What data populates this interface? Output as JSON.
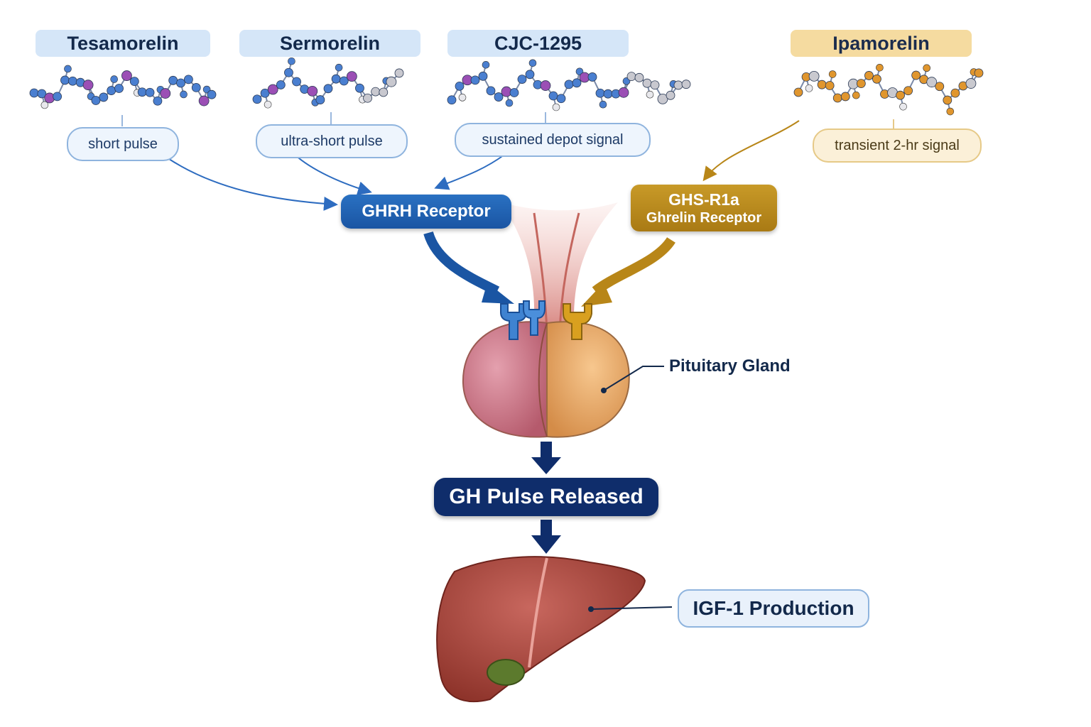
{
  "peptides": [
    {
      "name": "Tesamorelin",
      "signal": "short pulse"
    },
    {
      "name": "Sermorelin",
      "signal": "ultra-short pulse"
    },
    {
      "name": "CJC-1295",
      "signal": "sustained depot signal"
    },
    {
      "name": "Ipamorelin",
      "signal": "transient 2-hr signal"
    }
  ],
  "receptors": {
    "ghrh": "GHRH Receptor",
    "ghs_line1": "GHS-R1a",
    "ghs_line2": "Ghrelin Receptor"
  },
  "pituitary_label": "Pituitary Gland",
  "gh_release": "GH Pulse Released",
  "igf_label": "IGF-1 Production",
  "colors": {
    "ghrh_blue": "#1a55a3",
    "ghs_gold": "#b88618",
    "navy": "#0f2d6b",
    "purple_atom": "#9b4fb5",
    "orange_atom": "#e0962e"
  }
}
